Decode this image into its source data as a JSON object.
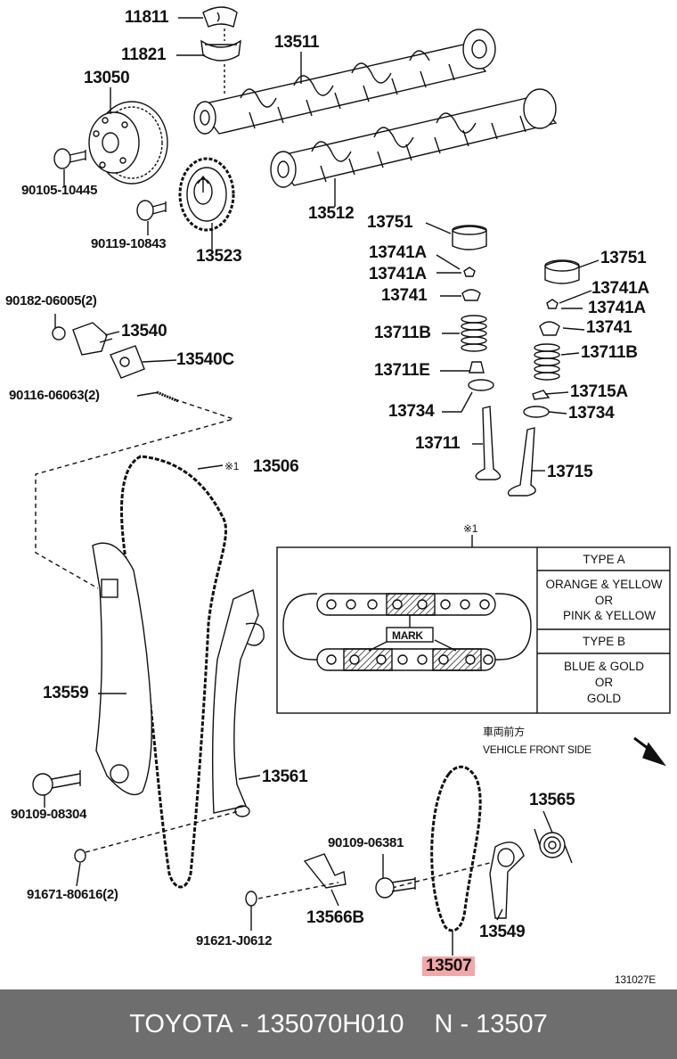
{
  "parts": {
    "p11811": "11811",
    "p11821": "11821",
    "p13511": "13511",
    "p13050": "13050",
    "p90105": "90105-10445",
    "p13512": "13512",
    "p90119": "90119-10843",
    "p13523": "13523",
    "p13751a": "13751",
    "p13741a1": "13741A",
    "p13741a2": "13741A",
    "p13741": "13741",
    "p13711b": "13711B",
    "p13711e": "13711E",
    "p13734": "13734",
    "p13711": "13711",
    "p13751b": "13751",
    "p13741a3": "13741A",
    "p13741a4": "13741A",
    "p13741b": "13741",
    "p13711b2": "13711B",
    "p13715a": "13715A",
    "p13734b": "13734",
    "p13715": "13715",
    "p90182": "90182-06005(2)",
    "p13540": "13540",
    "p13540c": "13540C",
    "p90116": "90116-06063(2)",
    "p13506_mark": "※1",
    "p13506": "13506",
    "p13559": "13559",
    "p13561": "13561",
    "p90109a": "90109-08304",
    "p91671": "91671-80616(2)",
    "p13565": "13565",
    "p90109b": "90109-06381",
    "p13566b": "13566B",
    "p13549": "13549",
    "p91621": "91621-J0612",
    "p13507": "13507"
  },
  "detail": {
    "ref": "※1",
    "mark_label": "MARK",
    "type_a": "TYPE A",
    "type_a_colors": [
      "ORANGE & YELLOW",
      "OR",
      "PINK & YELLOW"
    ],
    "type_b": "TYPE B",
    "type_b_colors": [
      "BLUE & GOLD",
      "OR",
      "GOLD"
    ]
  },
  "front": {
    "jp": "車両前方",
    "en": "VEHICLE FRONT SIDE"
  },
  "figure_code": "131027E",
  "highlight_color": "#f4a7a9",
  "footer": {
    "brand": "TOYOTA",
    "sep1": "-",
    "part_number": "135070H010",
    "n": "N",
    "sep2": "-",
    "ref_number": "13507"
  }
}
